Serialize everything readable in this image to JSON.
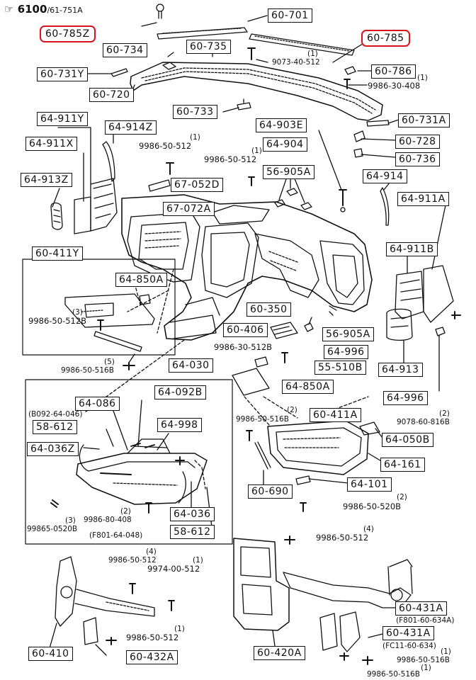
{
  "header": {
    "code": "6100",
    "ref": "/61-751A"
  },
  "labels": {
    "l60_701": "60-701",
    "l60_785z": "60-785Z",
    "l60_785": "60-785",
    "l60_734": "60-734",
    "l60_735": "60-735",
    "l60_731y": "60-731Y",
    "l60_786": "60-786",
    "l60_720": "60-720",
    "l60_733": "60-733",
    "l64_911y": "64-911Y",
    "l64_914z": "64-914Z",
    "l64_903e": "64-903E",
    "l60_731a": "60-731A",
    "l64_911x": "64-911X",
    "l64_904": "64-904",
    "l60_728": "60-728",
    "l60_736": "60-736",
    "l56_905a_top": "56-905A",
    "l64_914": "64-914",
    "l64_913z": "64-913Z",
    "l67_052d": "67-052D",
    "l64_911a": "64-911A",
    "l67_072a": "67-072A",
    "l64_911b": "64-911B",
    "l60_411y": "60-411Y",
    "l64_850a_top": "64-850A",
    "l60_350": "60-350",
    "l60_406": "60-406",
    "l56_905a_bot": "56-905A",
    "l64_996_mid": "64-996",
    "l64_913": "64-913",
    "l55_510b": "55-510B",
    "l64_030": "64-030",
    "l64_850a_bot": "64-850A",
    "l64_996": "64-996",
    "l64_086": "64-086",
    "l64_092b": "64-092B",
    "l60_411a": "60-411A",
    "l58_612_top": "58-612",
    "l64_998": "64-998",
    "l64_050b": "64-050B",
    "l64_036z": "64-036Z",
    "l64_161": "64-161",
    "l64_101": "64-101",
    "l60_690": "60-690",
    "l64_036": "64-036",
    "l58_612_bot": "58-612",
    "l60_431a_top": "60-431A",
    "l60_431a_bot": "60-431A",
    "l60_410": "60-410",
    "l60_432a": "60-432A",
    "l60_420a": "60-420A"
  },
  "part_numbers": {
    "p9073_40_512": "9073-40-512",
    "q1_9073": "(1)",
    "p9986_30_408": "9986-30-408",
    "q1_9986_30_408": "(1)",
    "p9986_50_512_a": "9986-50-512",
    "q1_a": "(1)",
    "p9986_50_512_b": "9986-50-512",
    "q1_b": "(1)",
    "p9986_50_512b_left": "9986-50-512B",
    "q3_left": "(3)",
    "p9986_30_512b": "9986-30-512B",
    "p9986_50_516b_left": "9986-50-516B",
    "q5_left": "(5)",
    "p8092": "(B092-64-046)",
    "p9986_50_516b_mid": "9986-50-516B",
    "q2_mid": "(2)",
    "p9078_60_816b": "9078-60-816B",
    "q2_right": "(2)",
    "p9986_50_520b": "9986-50-520B",
    "q2_520b": "(2)",
    "p9986_80_408": "9986-80-408",
    "q2_80_408": "(2)",
    "p99865_0520b": "99865-0520B",
    "q3_0520b": "(3)",
    "pf801": "(F801-64-048)",
    "p9986_50_512_c": "9986-50-512",
    "q4_c": "(4)",
    "p9986_50_512_d": "9986-50-512",
    "q4_d": "(4)",
    "p9974_00_512": "9974-00-512",
    "q1_9974": "(1)",
    "pf801_60_634a": "(F801-60-634A)",
    "pfc11": "(FC11-60-634)",
    "p9986_50_512_e": "9986-50-512",
    "q1_e": "(1)",
    "p9986_50_516b_br1": "9986-50-516B",
    "q1_br1": "(1)",
    "p9986_50_516b_br2": "9986-50-516B",
    "q1_br2": "(1)"
  }
}
